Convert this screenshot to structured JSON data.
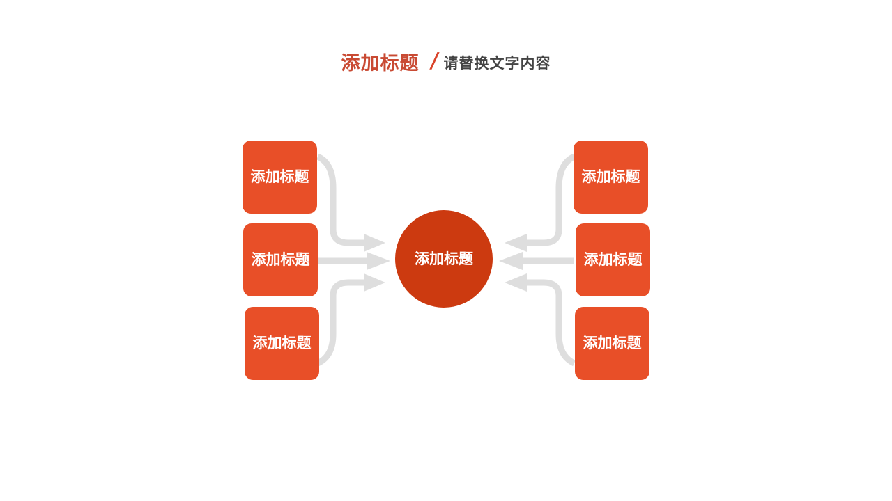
{
  "header": {
    "title": "添加标题",
    "separator": "/",
    "subtitle": "请替换文字内容"
  },
  "colors": {
    "title": "#c94a33",
    "separator": "#d9432a",
    "subtitle": "#444444",
    "box_fill": "#e84f28",
    "hub_fill": "#cc3a10",
    "connector": "#dedede"
  },
  "diagram": {
    "center": {
      "label": "添加标题"
    },
    "left_nodes": [
      {
        "label": "添加标题"
      },
      {
        "label": "添加标题"
      },
      {
        "label": "添加标题"
      }
    ],
    "right_nodes": [
      {
        "label": "添加标题"
      },
      {
        "label": "添加标题"
      },
      {
        "label": "添加标题"
      }
    ]
  }
}
